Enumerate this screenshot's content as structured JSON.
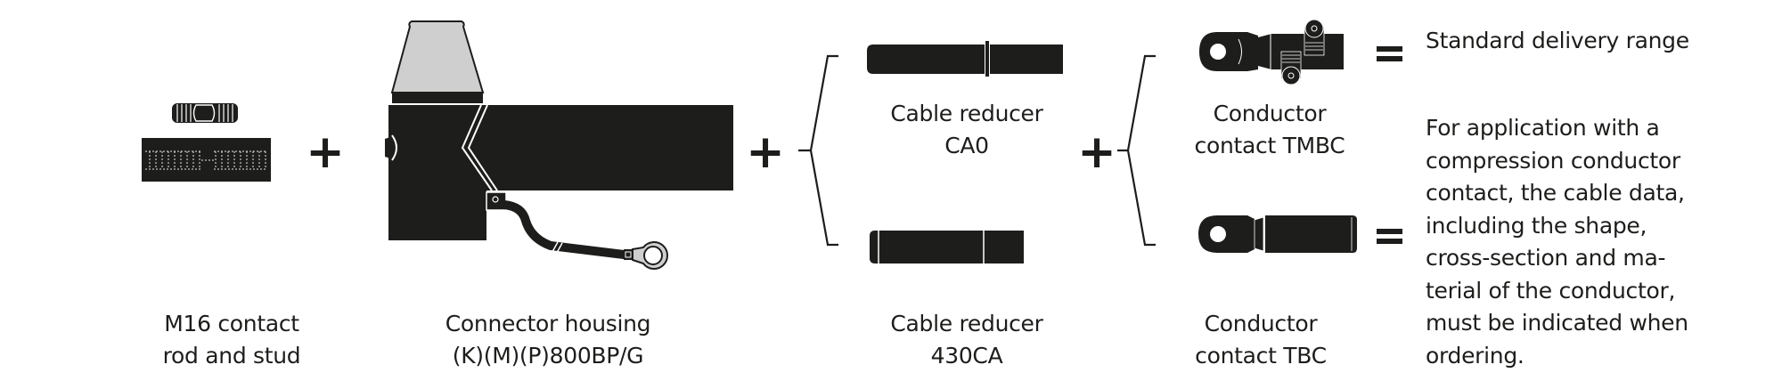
{
  "diagram": {
    "components": [
      {
        "id": "m16",
        "label_lines": [
          "M16 contact",
          "rod and stud"
        ]
      },
      {
        "id": "housing",
        "label_lines": [
          "Connector housing",
          "(K)(M)(P)800BP/G"
        ]
      },
      {
        "id": "ca0",
        "label_lines": [
          "Cable reducer",
          "CA0"
        ]
      },
      {
        "id": "430ca",
        "label_lines": [
          "Cable reducer",
          "430CA"
        ]
      },
      {
        "id": "tmbc",
        "label_lines": [
          "Conductor",
          "contact TMBC"
        ]
      },
      {
        "id": "tbc",
        "label_lines": [
          "Conductor",
          "contact TBC"
        ]
      }
    ],
    "operators": {
      "plus": "+",
      "equals": "="
    },
    "notes": {
      "standard": "Standard delivery range",
      "compression_lines": [
        "For application with a",
        "compression conductor",
        "contact, the cable data,",
        "including the shape,",
        "cross-section and ma-",
        "terial of the conductor,",
        "must be indicated when",
        "ordering."
      ]
    },
    "colors": {
      "ink": "#1d1d1b",
      "grey": "#cfcfcf",
      "paper": "#ffffff"
    }
  }
}
